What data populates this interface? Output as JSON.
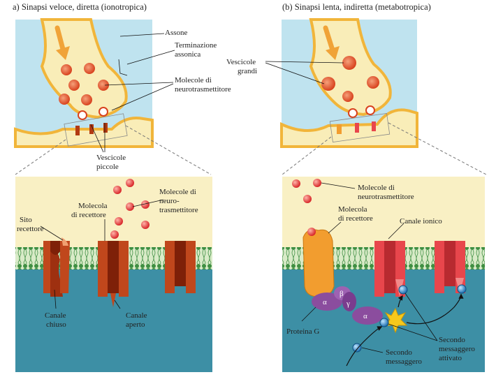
{
  "panel_a": {
    "title": "a) Sinapsi veloce, diretta (ionotropica)",
    "top_labels": {
      "assone": "Assone",
      "terminazione_1": "Terminazione",
      "terminazione_2": "assonica",
      "molecole_1": "Molecole di",
      "molecole_2": "neurotrasmettitore",
      "vescicole_1": "Vescicole",
      "vescicole_2": "piccole"
    },
    "bottom_labels": {
      "molecole_1": "Molecole di",
      "molecole_2": "neuro-",
      "molecole_3": "trasmettitore",
      "molecola_1": "Molecola",
      "molecola_2": "di recettore",
      "sito_1": "Sito",
      "sito_2": "recettore",
      "canale_chiuso_1": "Canale",
      "canale_chiuso_2": "chiuso",
      "canale_aperto_1": "Canale",
      "canale_aperto_2": "aperto"
    }
  },
  "panel_b": {
    "title": "(b) Sinapsi lenta, indiretta (metabotropica)",
    "top_labels": {
      "vescicole_1": "Vescicole",
      "vescicole_2": "grandi"
    },
    "bottom_labels": {
      "molecole_1": "Molecole di",
      "molecole_2": "neurotrasmettitore",
      "molecola_1": "Molecola",
      "molecola_2": "di recettore",
      "canale_ionico": "Canale ionico",
      "proteina_g": "Proteina G",
      "secondo_1": "Secondo",
      "secondo_2": "messaggero",
      "secondo_att_1": "Secondo",
      "secondo_att_2": "messaggero",
      "secondo_att_3": "attivato",
      "alpha": "α",
      "beta": "β",
      "gamma": "γ"
    }
  },
  "colors": {
    "sky": "#bfe3ef",
    "cytoplasm": "#f9edb8",
    "membrane_orange": "#f1b53a",
    "vesicle": "#e5572a",
    "extracellular": "#f9f0c4",
    "intracellular": "#3d8fa5",
    "closed_channel": "#c0471c",
    "open_channel": "#b23a12",
    "ion_channel": "#e8464c",
    "g_protein": "#8b4d9e",
    "receptor_b": "#f29d2f",
    "second_messenger": "#2e8fd0"
  }
}
